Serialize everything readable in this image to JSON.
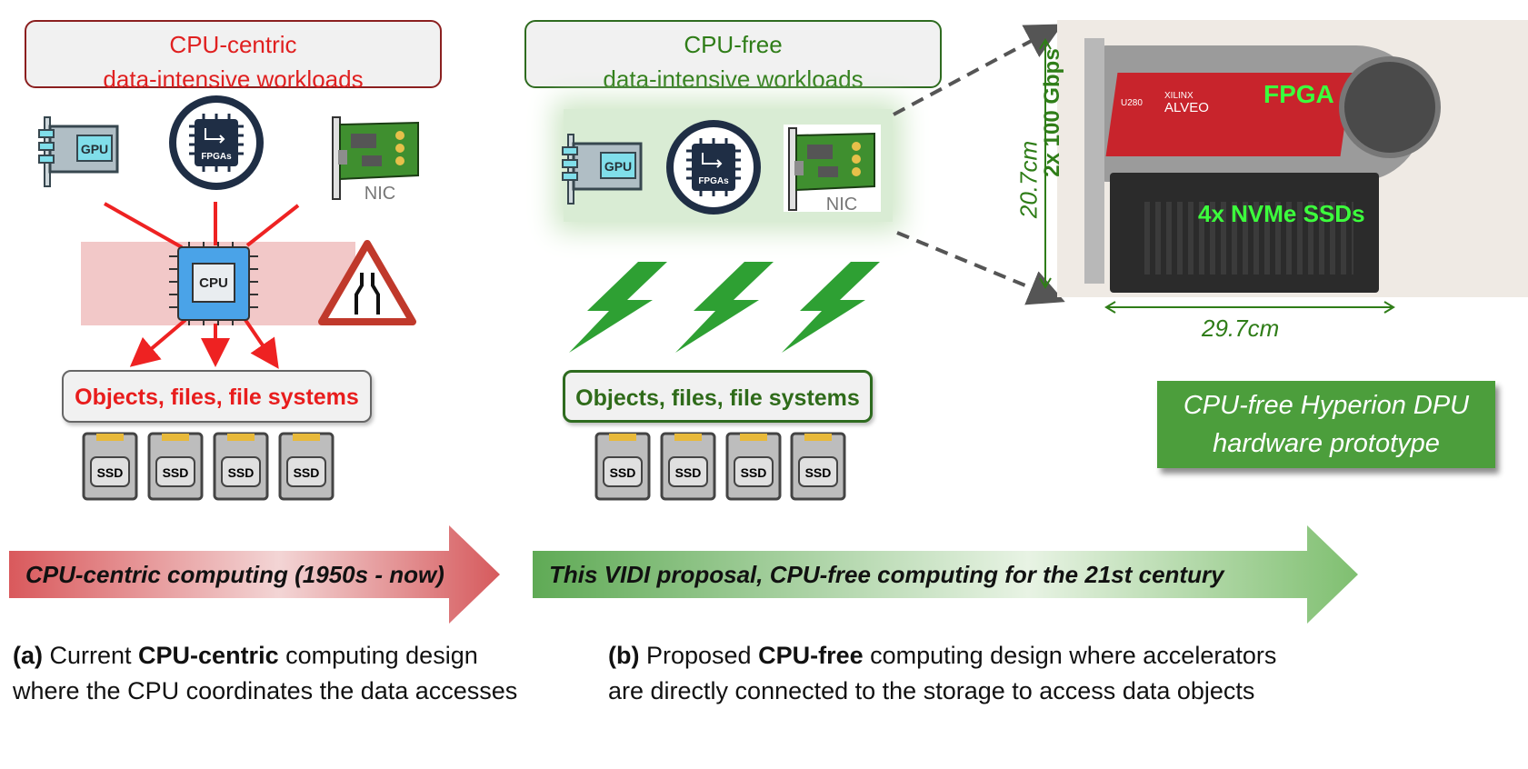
{
  "left": {
    "title_line1": "CPU-centric",
    "title_line2": "data-intensive workloads",
    "objects_label": "Objects, files, file systems",
    "nic_label": "NIC",
    "gpu_label": "GPU",
    "fpga_label": "FPGAs",
    "cpu_label": "CPU",
    "ssd_labels": [
      "SSD",
      "SSD",
      "SSD",
      "SSD"
    ],
    "arrow_text": "CPU-centric computing (1950s - now)",
    "caption_prefix": "(a)",
    "caption_text1": " Current ",
    "caption_bold": "CPU-centric",
    "caption_text2": " computing design",
    "caption_line2": "where the CPU coordinates the data accesses"
  },
  "middle": {
    "title_line1": "CPU-free",
    "title_line2": "data-intensive workloads",
    "objects_label": "Objects, files, file systems",
    "nic_label": "NIC",
    "gpu_label": "GPU",
    "fpga_label": "FPGAs",
    "ssd_labels": [
      "SSD",
      "SSD",
      "SSD",
      "SSD"
    ],
    "arrow_text": "This VIDI proposal, CPU-free computing for the 21st century",
    "caption_prefix": "(b)",
    "caption_text1": " Proposed ",
    "caption_bold": "CPU-free",
    "caption_text2": " computing design where accelerators",
    "caption_line2": "are directly connected to the storage to access data objects"
  },
  "right": {
    "fpga_label": "FPGA",
    "ssd_label": "4x NVMe SSDs",
    "network_label": "2x 100 Gbps",
    "height_label": "20.7cm",
    "width_label": "29.7cm",
    "card_brand": "ALVEO",
    "card_vendor": "XILINX",
    "card_model": "U280",
    "dpu_line1": "CPU-free Hyperion DPU",
    "dpu_line2": "hardware prototype"
  },
  "colors": {
    "red_accent": "#e02020",
    "green_accent": "#2f7d18",
    "dpu_green": "#4c9e3c"
  }
}
